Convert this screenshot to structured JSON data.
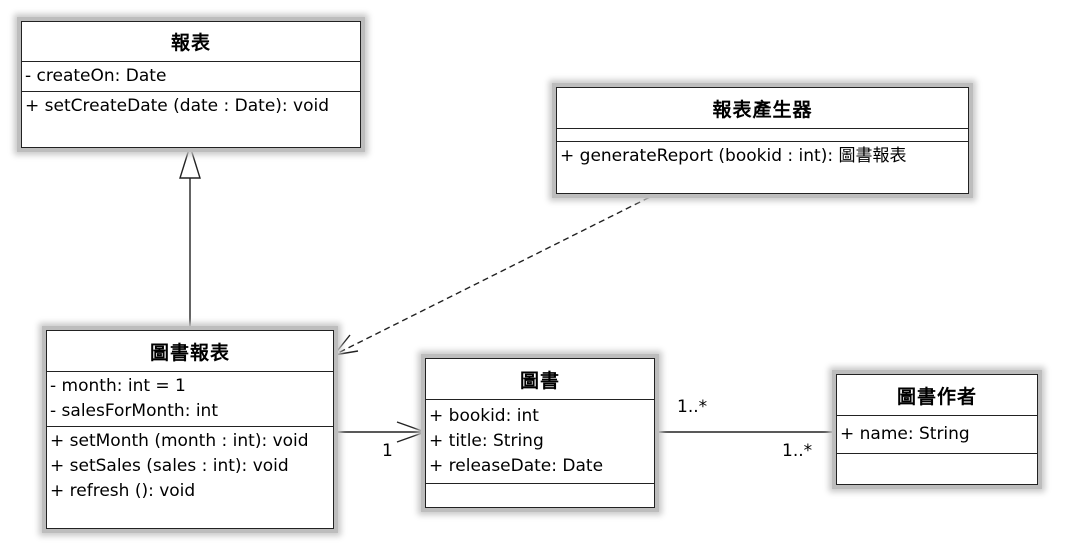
{
  "classes": {
    "report": {
      "name": "報表",
      "attributes": [
        "- createOn: Date"
      ],
      "operations": [
        "+ setCreateDate (date  : Date): void"
      ]
    },
    "generator": {
      "name": "報表產生器",
      "attributes": [],
      "operations": [
        "+ generateReport (bookid  : int): 圖書報表"
      ]
    },
    "book_report": {
      "name": "圖書報表",
      "attributes": [
        "- month: int = 1",
        "- salesForMonth: int"
      ],
      "operations": [
        "+ setMonth (month : int): void",
        "+ setSales (sales : int): void",
        "+ refresh (): void"
      ]
    },
    "book": {
      "name": "圖書",
      "attributes": [
        "+ bookid: int",
        "+ title: String",
        "+ releaseDate: Date"
      ],
      "operations": []
    },
    "author": {
      "name": "圖書作者",
      "attributes": [
        "+ name: String"
      ],
      "operations": []
    }
  },
  "multiplicities": {
    "assoc_book_report_book": "1",
    "book_side": "1..*",
    "author_side": "1..*"
  },
  "colors": {
    "line": "#222222",
    "shadow": "#bdbdbd",
    "background": "#ffffff"
  }
}
